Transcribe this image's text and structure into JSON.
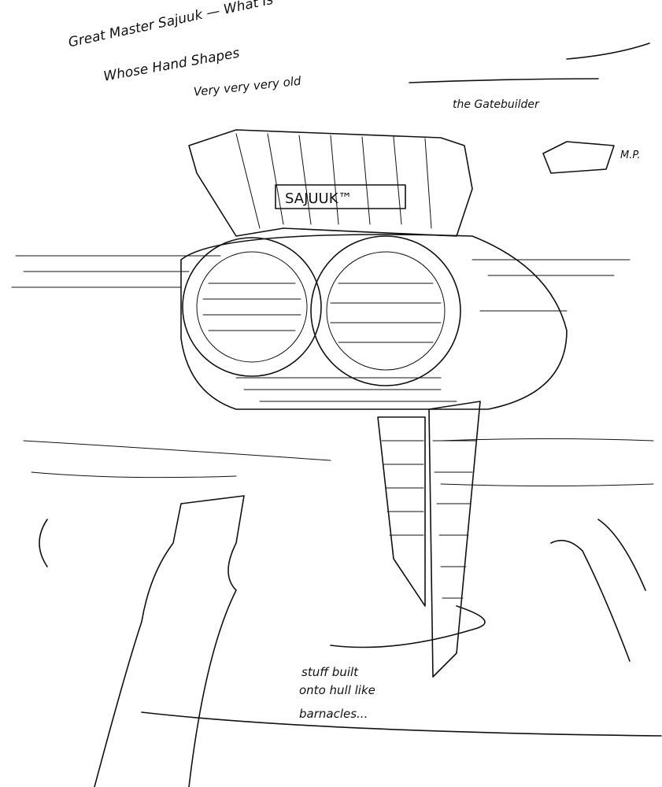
{
  "notes": {
    "title_line1": "Great Master Sajuuk — What Is",
    "title_line2": "Whose Hand Shapes",
    "age": "Very very very old",
    "subtitle": "the Gatebuilder",
    "hull_label": "SAJUUK™",
    "barnacles_line1": "stuff built",
    "barnacles_line2": "onto hull like",
    "barnacles_line3": "barnacles...",
    "signature": "M.P."
  }
}
